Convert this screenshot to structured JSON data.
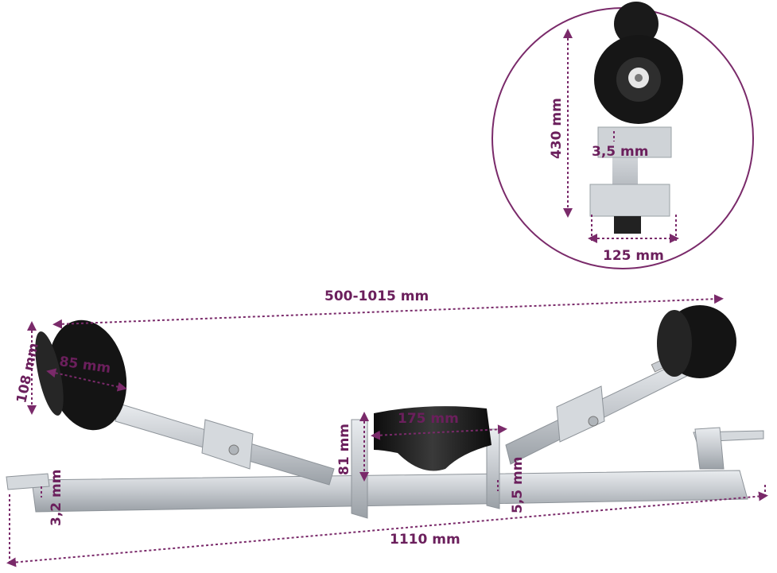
{
  "labels": {
    "total_length": "1110 mm",
    "adjustable_width": "500-1015 mm",
    "side_roller_diameter": "108 mm",
    "side_roller_length": "85 mm",
    "center_roller_length": "175 mm",
    "center_roller_diameter": "81 mm",
    "base_thickness": "3,2 mm",
    "bracket_thickness": "5,5 mm",
    "height": "430 mm",
    "inset_thickness": "3,5 mm",
    "base_width": "125 mm"
  },
  "colors": {
    "dimension_line": "#7a2a6a",
    "dimension_text": "#6b1f5c",
    "steel": "#c9cdd2",
    "rubber": "#1a1a1a"
  }
}
